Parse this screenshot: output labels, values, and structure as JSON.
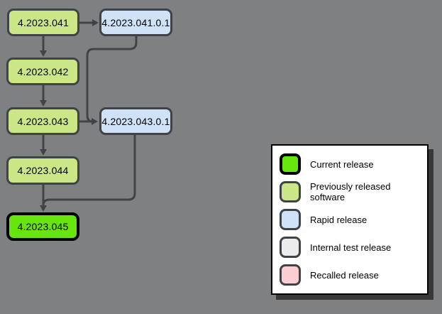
{
  "canvas": {
    "background": "#7f8082"
  },
  "diagram": {
    "nodes": [
      {
        "id": "v041",
        "label": "4.2023.041",
        "type": "previous"
      },
      {
        "id": "v041_0_1",
        "label": "4.2023.041.0.1",
        "type": "rapid"
      },
      {
        "id": "v042",
        "label": "4.2023.042",
        "type": "previous"
      },
      {
        "id": "v043",
        "label": "4.2023.043",
        "type": "previous"
      },
      {
        "id": "v043_0_1",
        "label": "4.2023.043.0.1",
        "type": "rapid"
      },
      {
        "id": "v044",
        "label": "4.2023.044",
        "type": "previous"
      },
      {
        "id": "v045",
        "label": "4.2023.045",
        "type": "current"
      }
    ],
    "edges": [
      {
        "from": "v041",
        "to": "v041_0_1"
      },
      {
        "from": "v041",
        "to": "v042"
      },
      {
        "from": "v042",
        "to": "v043"
      },
      {
        "from": "v043",
        "to": "v043_0_1"
      },
      {
        "from": "v041_0_1",
        "to": "v043_0_1"
      },
      {
        "from": "v043",
        "to": "v044"
      },
      {
        "from": "v044",
        "to": "v045"
      },
      {
        "from": "v043_0_1",
        "to": "v045"
      }
    ],
    "edge_color": "#404347"
  },
  "legend": {
    "items": [
      {
        "type": "current",
        "label": "Current release",
        "color": "#66e60d"
      },
      {
        "type": "previous",
        "label": "Previously released software",
        "color": "#cbe687"
      },
      {
        "type": "rapid",
        "label": "Rapid release",
        "color": "#cfe2f7"
      },
      {
        "type": "internal",
        "label": "Internal test release",
        "color": "#ececec"
      },
      {
        "type": "recalled",
        "label": "Recalled release",
        "color": "#fbced2"
      }
    ]
  }
}
